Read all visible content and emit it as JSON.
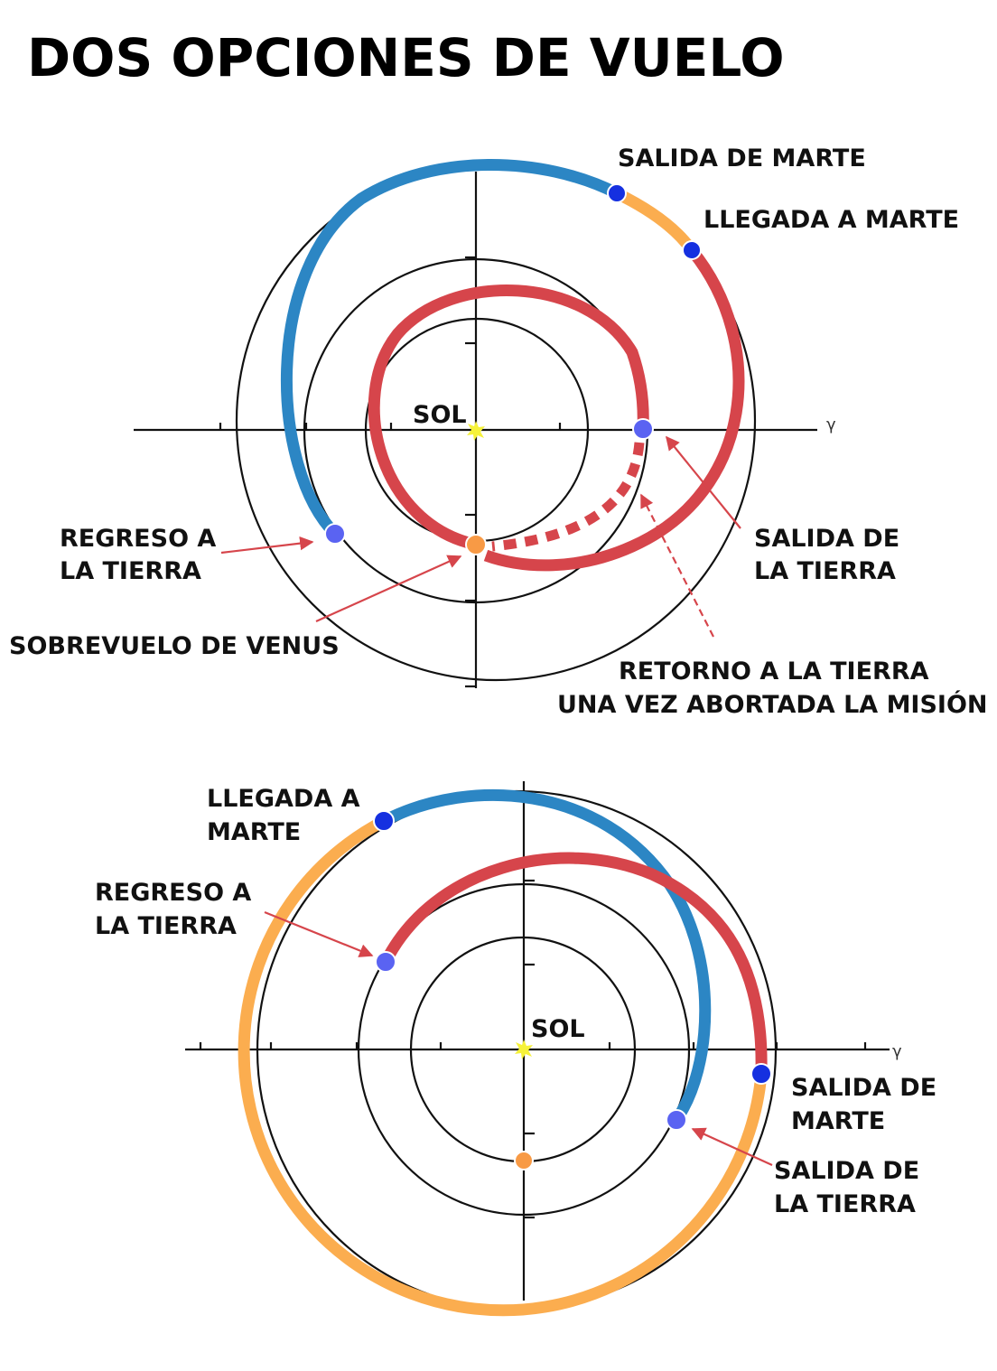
{
  "title": "DOS OPCIONES DE VUELO",
  "axis_symbol": "γ",
  "colors": {
    "outbound_arc": "#2c86c4",
    "return_arc": "#d6454b",
    "mars_stay": "#fbad4f",
    "mars_point": "#1530e0",
    "earth_point": "#5a63f2",
    "venus_point": "#f89a45",
    "sun": "#f6f23a"
  },
  "diagram1": {
    "sun_label": "SOL",
    "labels": {
      "mars_departure": "SALIDA DE MARTE",
      "mars_arrival": "LLEGADA A MARTE",
      "earth_return_1": "REGRESO A",
      "earth_return_2": "LA TIERRA",
      "earth_departure_1": "SALIDA DE",
      "earth_departure_2": "LA TIERRA",
      "venus_flyby": "SOBREVUELO DE VENUS",
      "abort_1": "RETORNO A LA TIERRA",
      "abort_2": "UNA VEZ ABORTADA LA MISIÓN"
    }
  },
  "diagram2": {
    "sun_label": "SOL",
    "labels": {
      "mars_arrival_1": "LLEGADA A",
      "mars_arrival_2": "MARTE",
      "earth_return_1": "REGRESO A",
      "earth_return_2": "LA TIERRA",
      "mars_departure_1": "SALIDA DE",
      "mars_departure_2": "MARTE",
      "earth_departure_1": "SALIDA DE",
      "earth_departure_2": "LA TIERRA"
    }
  }
}
